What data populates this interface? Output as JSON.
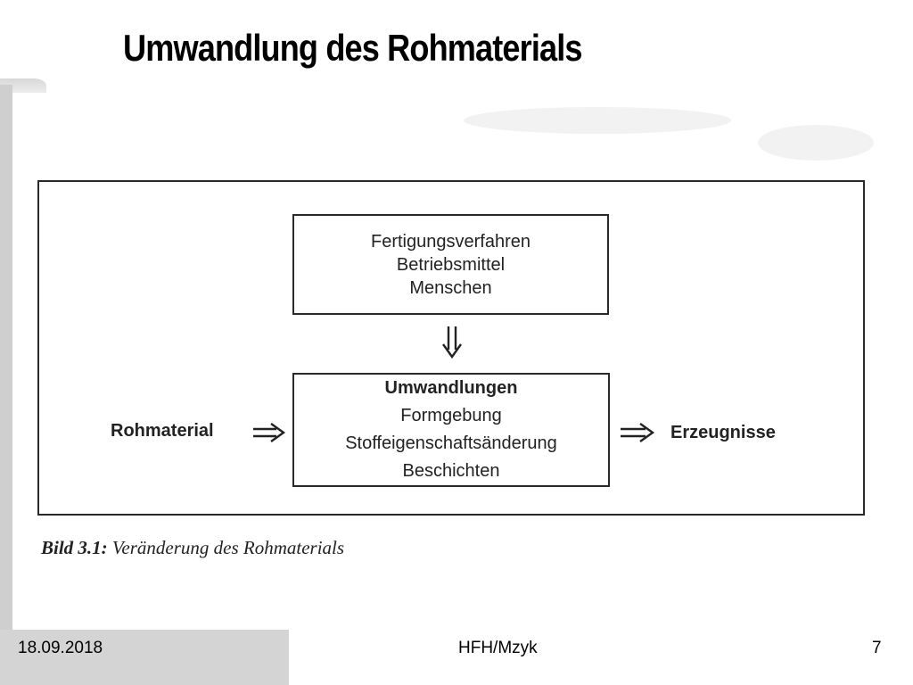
{
  "title": "Umwandlung des Rohmaterials",
  "diagram": {
    "top_box": {
      "lines": [
        "Fertigungsverfahren",
        "Betriebsmittel",
        "Menschen"
      ]
    },
    "main_box": {
      "heading": "Umwandlungen",
      "lines": [
        "Formgebung",
        "Stoffeigenschaftsänderung",
        "Beschichten"
      ]
    },
    "input_label": "Rohmaterial",
    "output_label": "Erzeugnisse"
  },
  "caption": {
    "lead": "Bild 3.1:",
    "text": "Veränderung des Rohmaterials"
  },
  "footer": {
    "date": "18.09.2018",
    "center": "HFH/Mzyk",
    "page": "7"
  }
}
